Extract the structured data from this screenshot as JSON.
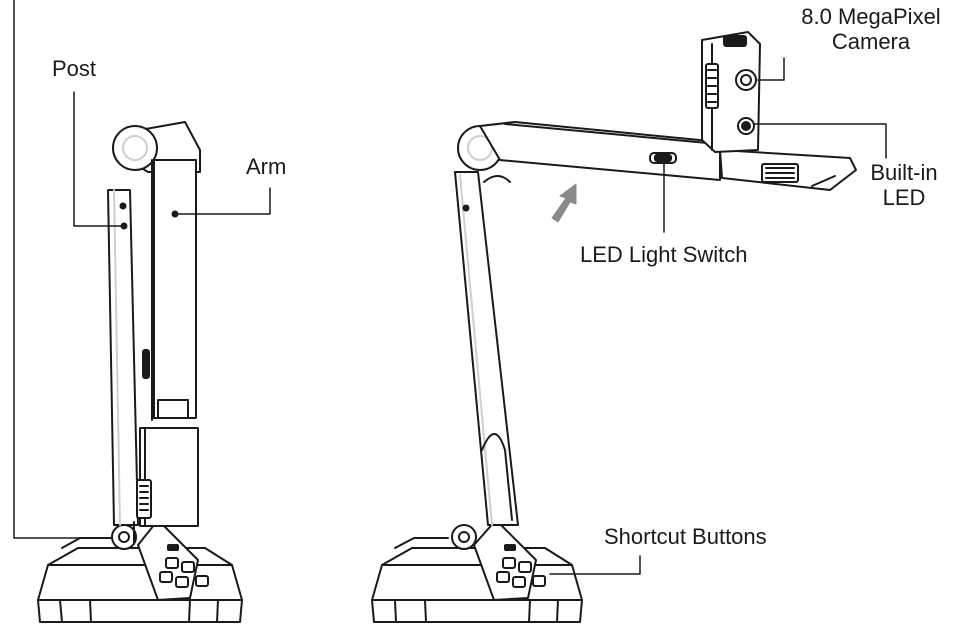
{
  "labels": {
    "post": "Post",
    "arm": "Arm",
    "camera_line1": "8.0 MegaPixel",
    "camera_line2": "Camera",
    "led_line1": "Built-in",
    "led_line2": "LED",
    "led_switch": "LED Light Switch",
    "shortcut_buttons": "Shortcut Buttons"
  },
  "colors": {
    "line": "#1a1a1a",
    "body_fill": "#ffffff",
    "shade": "#cfcfcf",
    "arrow": "#8a8a8a"
  }
}
